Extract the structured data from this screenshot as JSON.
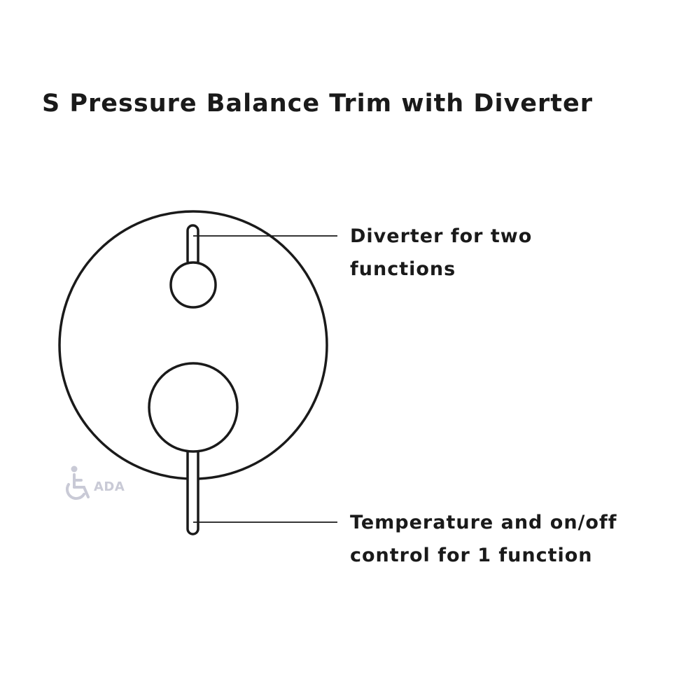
{
  "title": "S Pressure Balance Trim with Diverter",
  "labels": {
    "diverter": {
      "line1": "Diverter for two",
      "line2": "functions"
    },
    "temperature": {
      "line1": "Temperature and on/off",
      "line2": "control for 1 function"
    }
  },
  "badge": {
    "text": "ADA",
    "icon": "wheelchair-icon",
    "color": "#c9cad6"
  },
  "colors": {
    "stroke": "#1a1a1a",
    "background": "#ffffff"
  }
}
